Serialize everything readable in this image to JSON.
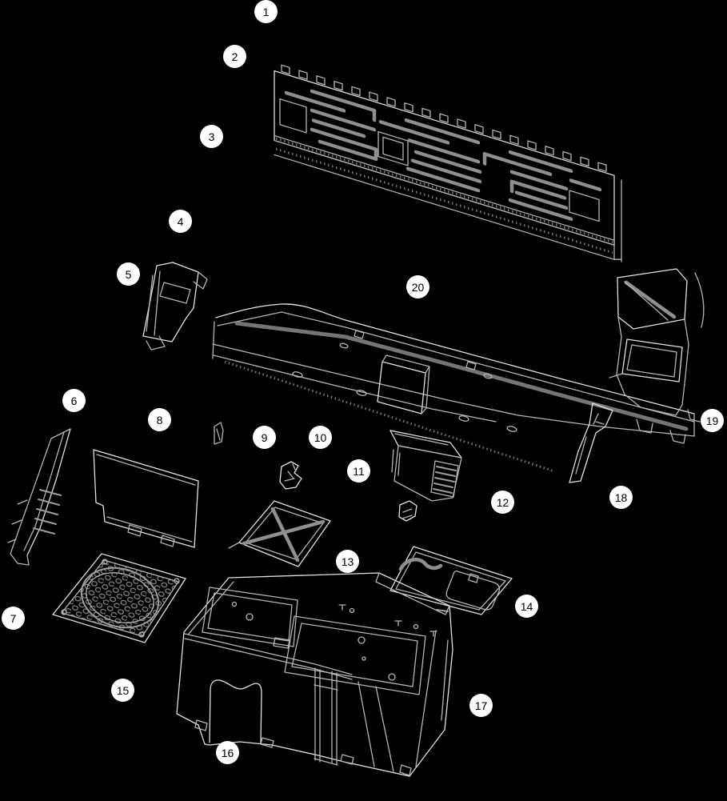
{
  "diagram": {
    "background_color": "#000000",
    "line_color": "#b5b5b5",
    "callout_fill": "#ffffff",
    "callout_text_color": "#000000",
    "callout_count": 20,
    "callouts": [
      {
        "label": "1"
      },
      {
        "label": "2"
      },
      {
        "label": "3"
      },
      {
        "label": "4"
      },
      {
        "label": "5"
      },
      {
        "label": "6"
      },
      {
        "label": "7"
      },
      {
        "label": "8"
      },
      {
        "label": "9"
      },
      {
        "label": "10"
      },
      {
        "label": "11"
      },
      {
        "label": "12"
      },
      {
        "label": "13"
      },
      {
        "label": "14"
      },
      {
        "label": "15"
      },
      {
        "label": "16"
      },
      {
        "label": "17"
      },
      {
        "label": "18"
      },
      {
        "label": "19"
      },
      {
        "label": "20"
      }
    ]
  }
}
